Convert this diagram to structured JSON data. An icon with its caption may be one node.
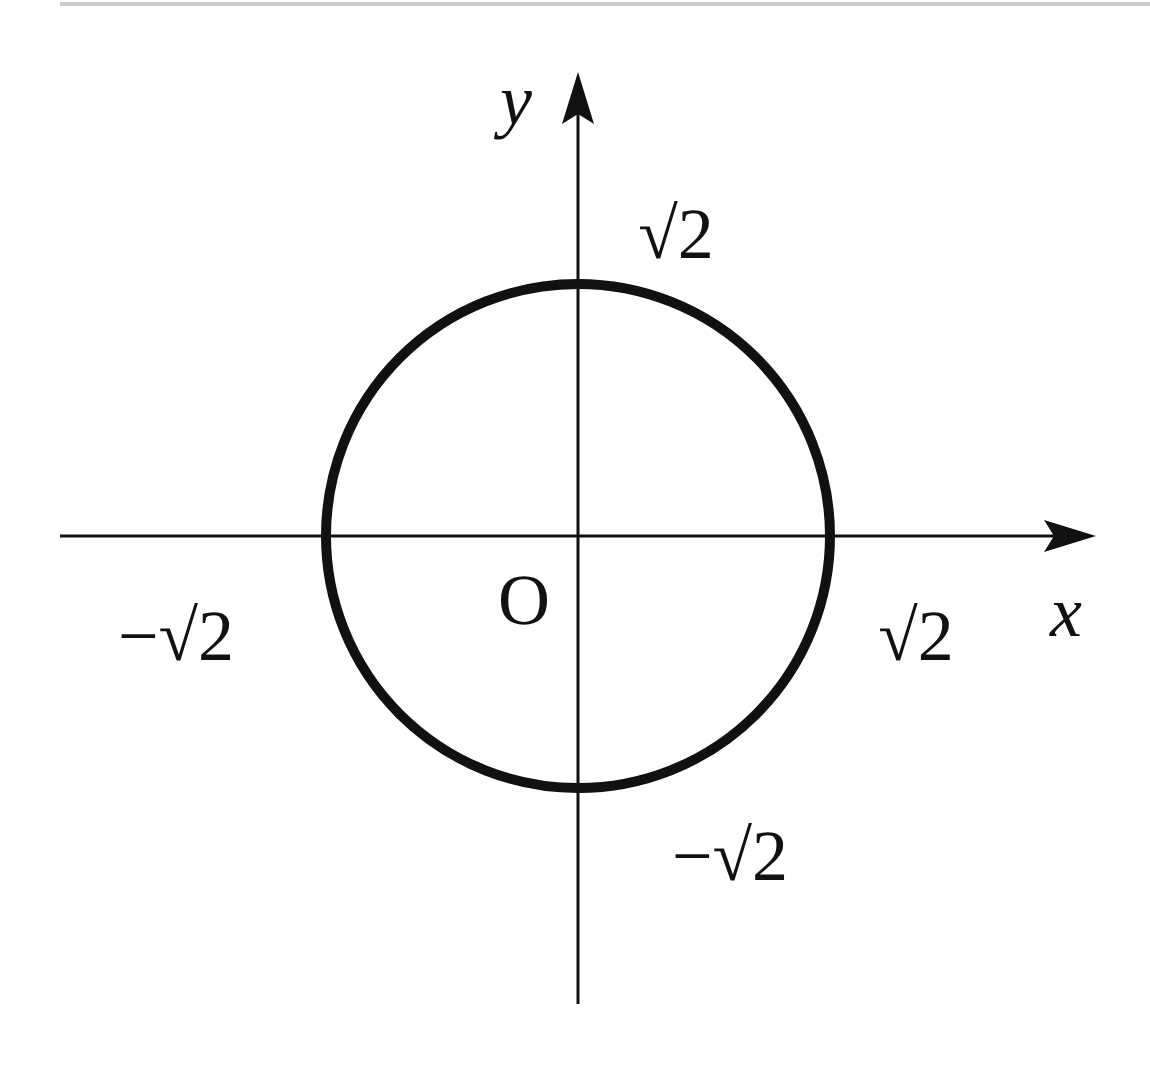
{
  "diagram": {
    "labels": [
      "y",
      "√2",
      "−√2",
      "O",
      "√2",
      "x",
      "−√2"
    ]
  }
}
